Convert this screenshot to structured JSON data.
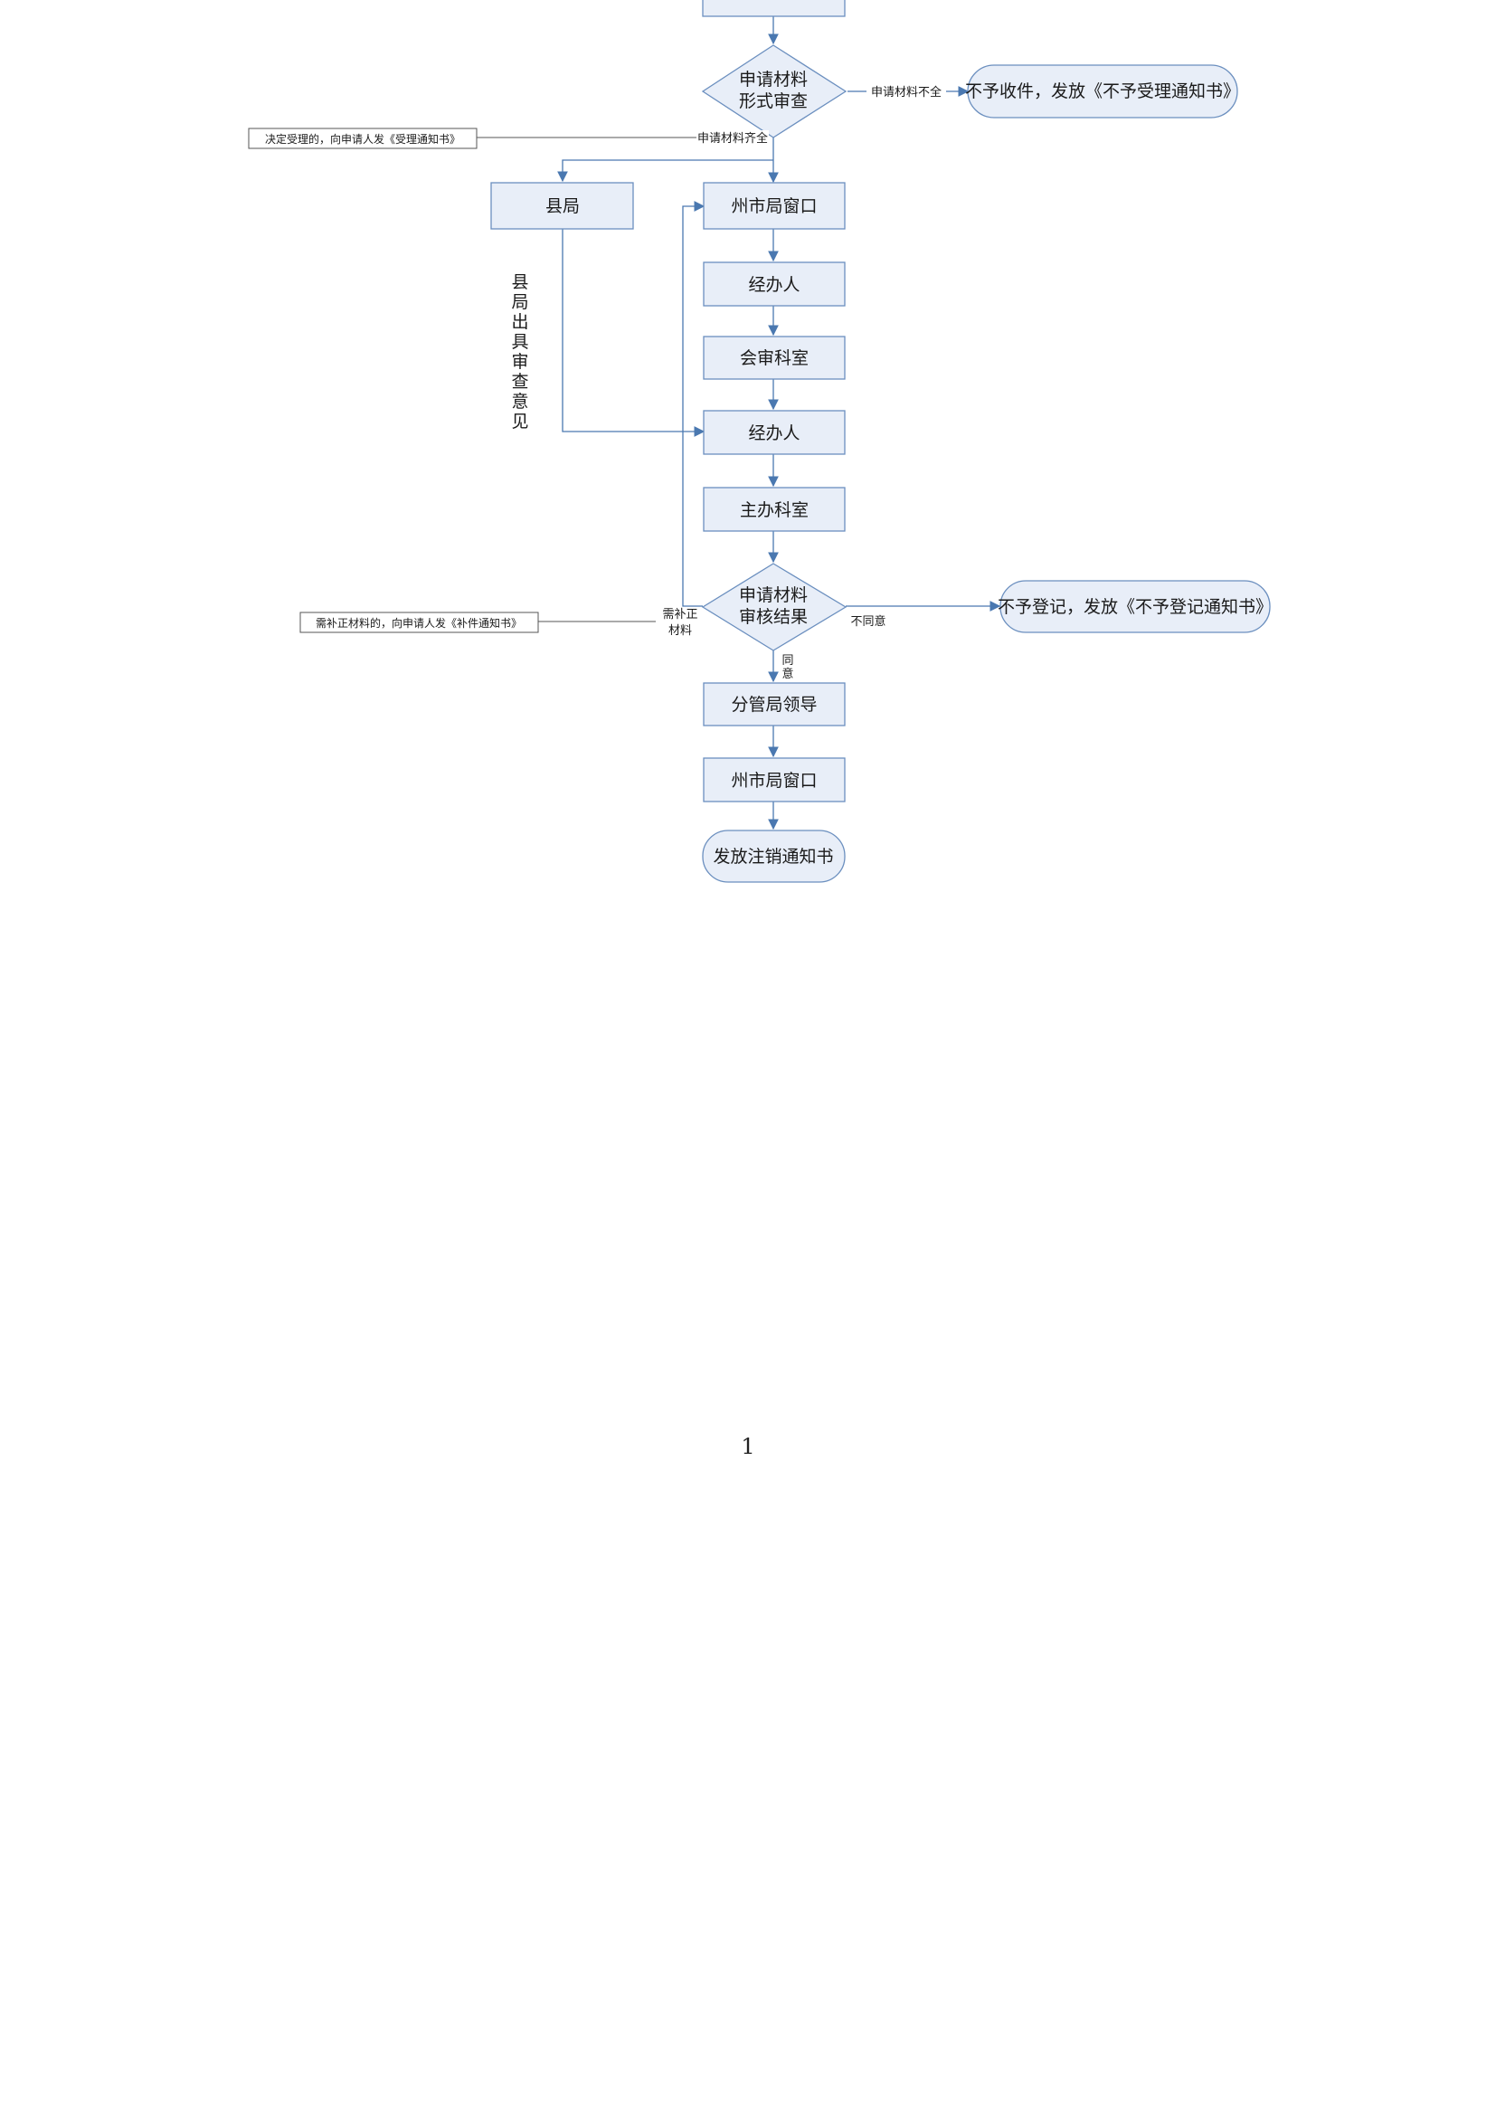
{
  "diagram": {
    "nodes": {
      "form_check": [
        "申请材料",
        "形式审查"
      ],
      "reject_receive": "不予收件，发放《不予受理通知书》",
      "county_bureau": "县局",
      "window_1": "州市局窗口",
      "handler_1": "经办人",
      "joint_review": "会审科室",
      "handler_2": "经办人",
      "lead_dept": "主办科室",
      "review_result": [
        "申请材料",
        "审核结果"
      ],
      "reject_register": "不予登记，发放《不予登记通知书》",
      "deputy_leader": "分管局领导",
      "window_2": "州市局窗口",
      "issue_notice": "发放注销通知书"
    },
    "labels": {
      "incomplete": "申请材料不全",
      "complete": "申请材料齐全",
      "accept_note": "决定受理的，向申请人发《受理通知书》",
      "county_opinion": [
        "县",
        "局",
        "出",
        "具",
        "审",
        "查",
        "意",
        "见"
      ],
      "need_supplement": [
        "需补正",
        "材料"
      ],
      "supplement_note": "需补正材料的，向申请人发《补件通知书》",
      "disagree": "不同意",
      "agree": [
        "同",
        "意"
      ]
    }
  },
  "footer": {
    "page_number": "1"
  }
}
